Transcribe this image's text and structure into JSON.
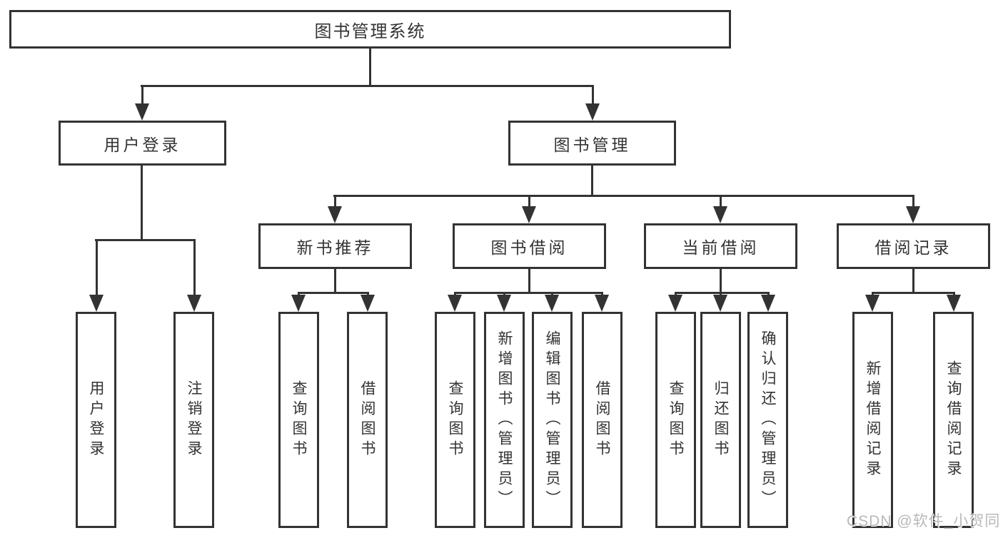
{
  "colors": {
    "line": "#333333",
    "box_border": "#333333",
    "text": "#333333",
    "background": "#ffffff",
    "watermark": "#b9b9b9"
  },
  "diagram": {
    "root": {
      "label": "图书管理系统"
    },
    "level2": [
      {
        "id": "user-login",
        "label": "用户登录"
      },
      {
        "id": "book-management",
        "label": "图书管理"
      }
    ],
    "level3": [
      {
        "id": "new-book-recommend",
        "label": "新书推荐",
        "parent": "book-management"
      },
      {
        "id": "book-borrowing",
        "label": "图书借阅",
        "parent": "book-management"
      },
      {
        "id": "current-borrowing",
        "label": "当前借阅",
        "parent": "book-management"
      },
      {
        "id": "borrowing-records",
        "label": "借阅记录",
        "parent": "book-management"
      }
    ],
    "leaves": {
      "user_login": [
        "用户登录",
        "注销登录"
      ],
      "new_book_recommend": [
        "查询图书",
        "借阅图书"
      ],
      "book_borrowing": [
        "查询图书",
        "新增图书（管理员）",
        "编辑图书（管理员）",
        "借阅图书"
      ],
      "current_borrowing": [
        "查询图书",
        "归还图书",
        "确认归还（管理员）"
      ],
      "borrowing_records": [
        "新增借阅记录",
        "查询借阅记录"
      ]
    }
  },
  "watermark": {
    "text": "CSDN @软件_小贺同学"
  }
}
